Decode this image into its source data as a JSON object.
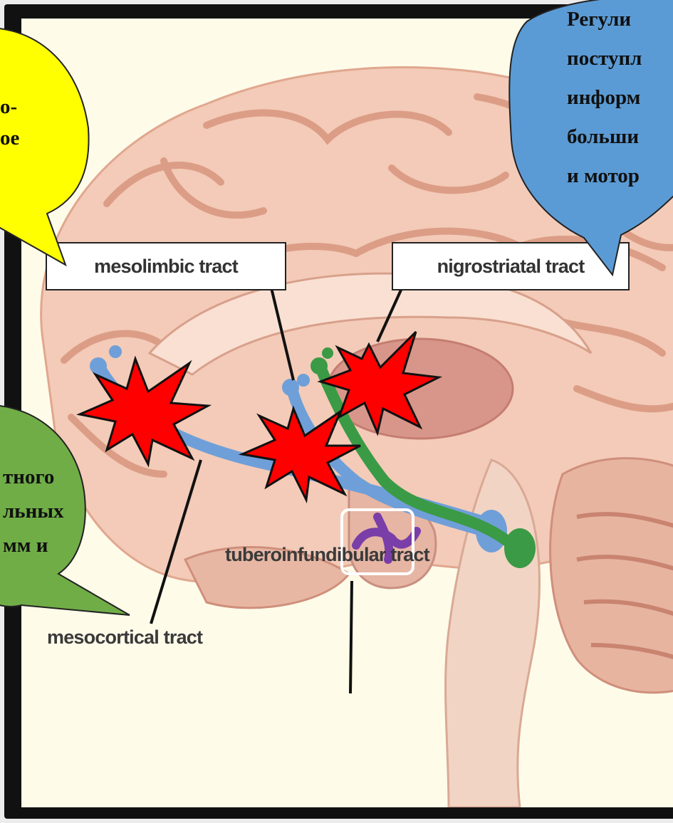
{
  "labels": {
    "mesolimbic": "mesolimbic tract",
    "nigrostriatal": "nigrostriatal tract",
    "mesocortical": "mesocortical tract",
    "tuberoinfundibular": "tuberoinfundibular tract"
  },
  "callouts": {
    "yellow": {
      "lines": [
        "о-",
        "ое"
      ],
      "color": "#ffff00"
    },
    "blue": {
      "lines": [
        "Регули",
        "поступл",
        "информ",
        "больши",
        "и мотор"
      ],
      "color": "#5b9bd5"
    },
    "green": {
      "lines": [
        "тного",
        "льных",
        "мм и"
      ],
      "color": "#70ad47"
    }
  },
  "colors": {
    "mesolimbic_tract": "#6f9fd8",
    "nigrostriatal_tract": "#3b9a45",
    "tuberoinfundibular_tract": "#7a3ea8",
    "starburst": "#ff0000"
  },
  "icons": [
    "starburst-marker"
  ]
}
